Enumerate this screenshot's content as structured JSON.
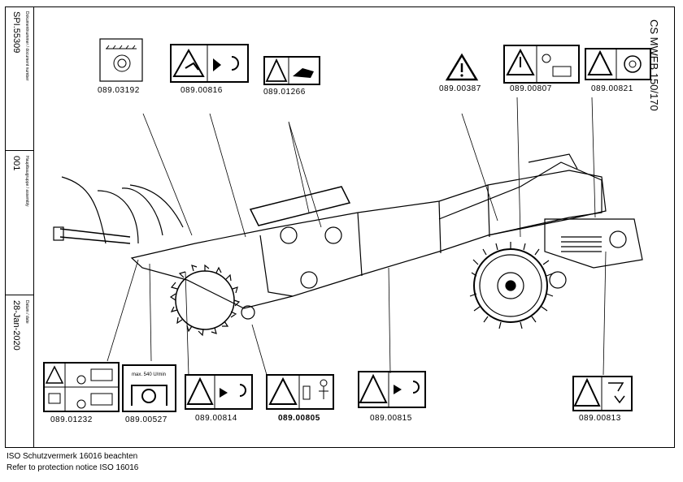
{
  "title": "CS MWEB 150/170",
  "title_block": {
    "document_number_label": "Dokumentnummer / document number",
    "document_number": "SPI.55309",
    "assembly_label": "Hauptbaugruppe / assembly",
    "assembly": "001",
    "date_label": "Datum / date",
    "date": "28-Jan-2020"
  },
  "labels": {
    "l1": "089.03192",
    "l2": "089.00816",
    "l3": "089.01266",
    "l4": "089.00387",
    "l5": "089.00807",
    "l6": "089.00821",
    "l7": "089.01232",
    "l8": "089.00527",
    "l9": "089.00814",
    "l10": "089.00805",
    "l11": "089.00815",
    "l12": "089.00813"
  },
  "pictogram_text": {
    "rpm": "max. 540 U/min"
  },
  "footer": {
    "line1": "ISO Schutzvermerk 16016 beachten",
    "line2": "Refer to protection notice ISO 16016"
  }
}
